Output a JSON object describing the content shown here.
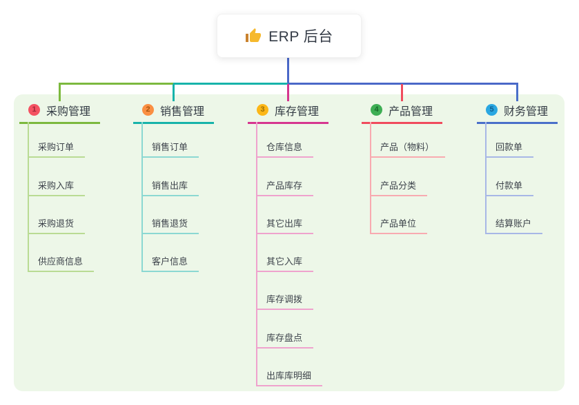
{
  "canvas": {
    "background_color": "#ffffff",
    "panel_color": "#edf7e8"
  },
  "root": {
    "label": "ERP 后台",
    "icon": "thumbs-up-emoji",
    "icon_color": "#f6b92d",
    "connector_color": "#4a68c8"
  },
  "connector_bus": {
    "segment_colors": [
      "#7cb93e",
      "#17b3aa",
      "#4a68c8"
    ],
    "drop_colors": [
      "#7cb93e",
      "#17b3aa",
      "#d6368f",
      "#f04b5c",
      "#4a6fc9"
    ]
  },
  "branches": [
    {
      "badge": "1",
      "badge_color": "#f45262",
      "title": "采购管理",
      "line_color": "#7cb93e",
      "child_line_color": "#b9db93",
      "children": [
        "采购订单",
        "采购入库",
        "采购退货",
        "供应商信息"
      ]
    },
    {
      "badge": "2",
      "badge_color": "#fa8f42",
      "title": "销售管理",
      "line_color": "#17b3aa",
      "child_line_color": "#8bd8d2",
      "children": [
        "销售订单",
        "销售出库",
        "销售退货",
        "客户信息"
      ]
    },
    {
      "badge": "3",
      "badge_color": "#fcb718",
      "title": "库存管理",
      "line_color": "#d6368f",
      "child_line_color": "#efa2cd",
      "children": [
        "仓库信息",
        "产品库存",
        "其它出库",
        "其它入库",
        "库存调拨",
        "库存盘点",
        "出库库明细"
      ]
    },
    {
      "badge": "4",
      "badge_color": "#3eae54",
      "title": "产品管理",
      "line_color": "#f04b5c",
      "child_line_color": "#f8aab0",
      "children": [
        "产品（物料）",
        "产品分类",
        "产品单位"
      ]
    },
    {
      "badge": "5",
      "badge_color": "#2aa7e1",
      "title": "财务管理",
      "line_color": "#4a6fc9",
      "child_line_color": "#a7b7e6",
      "children": [
        "回款单",
        "付款单",
        "结算账户"
      ]
    }
  ]
}
